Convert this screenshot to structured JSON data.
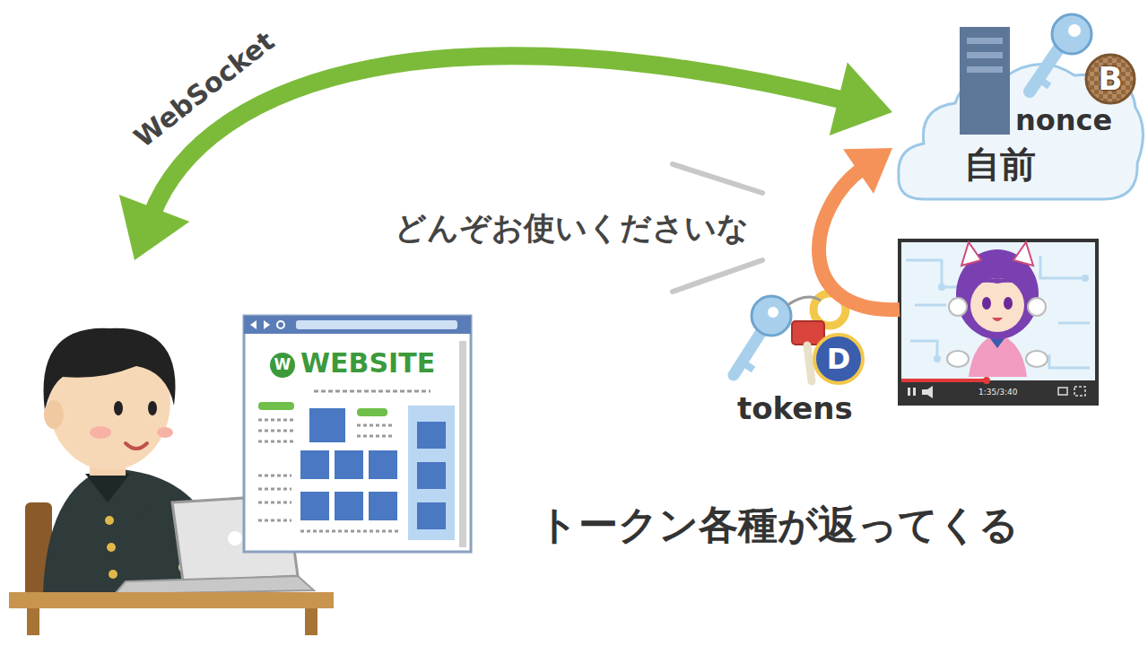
{
  "diagram": {
    "caption": "トークン各種が返ってくる",
    "nodes": [
      {
        "text": [
          "W",
          "WEBSITE"
        ]
      },
      {
        "text": [
          "B",
          "nonce",
          "自前"
        ]
      },
      {
        "text": [
          "1:35/3:40"
        ]
      }
    ],
    "edges": [
      {
        "from": 0,
        "to": 1,
        "label": "WebSocket",
        "arrow": "both"
      },
      {
        "from": 2,
        "to": 1,
        "arrow": "to"
      }
    ],
    "labels": [
      "どんぞお使いくださいな",
      "D",
      "tokens"
    ]
  }
}
